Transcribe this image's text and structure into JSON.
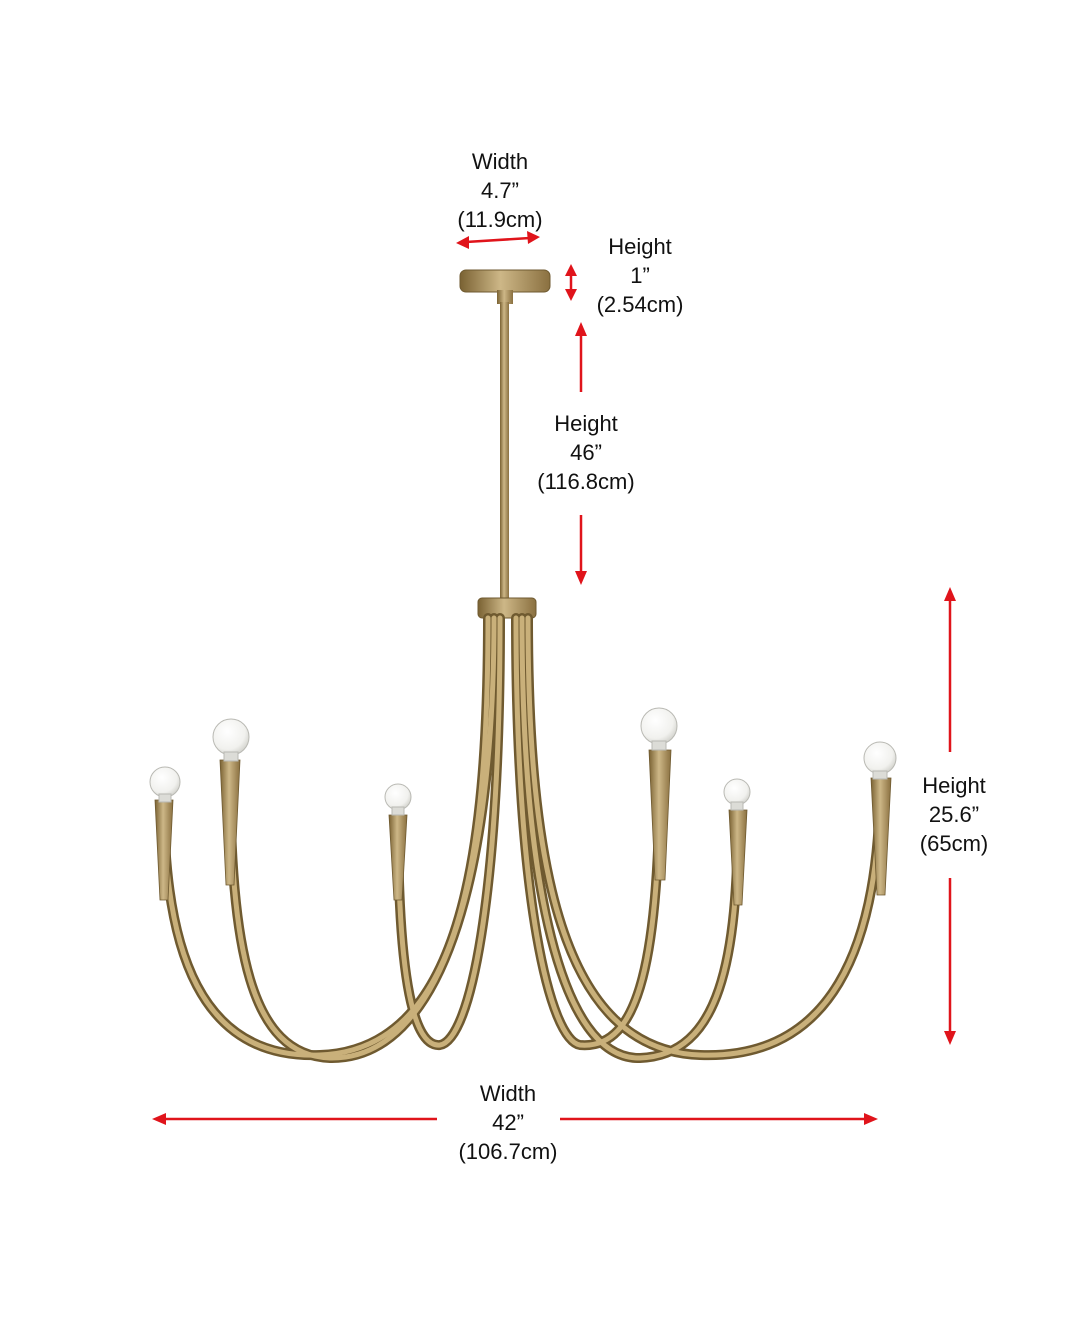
{
  "colors": {
    "arrow": "#e0141b",
    "brass": "#a58a52",
    "brass_dark": "#7a6233",
    "brass_light": "#cdb787",
    "bulb": "#f3f3f1",
    "text": "#111111"
  },
  "dimensions": {
    "canopy_width": {
      "label": "Width",
      "imperial": "4.7”",
      "metric": "(11.9cm)"
    },
    "canopy_height": {
      "label": "Height",
      "imperial": "1”",
      "metric": "(2.54cm)"
    },
    "rod_height": {
      "label": "Height",
      "imperial": "46”",
      "metric": "(116.8cm)"
    },
    "fixture_height": {
      "label": "Height",
      "imperial": "25.6”",
      "metric": "(65cm)"
    },
    "fixture_width": {
      "label": "Width",
      "imperial": "42”",
      "metric": "(106.7cm)"
    }
  },
  "icons": {
    "arrow": "double-headed-arrow-icon",
    "bulb": "light-bulb-icon"
  }
}
